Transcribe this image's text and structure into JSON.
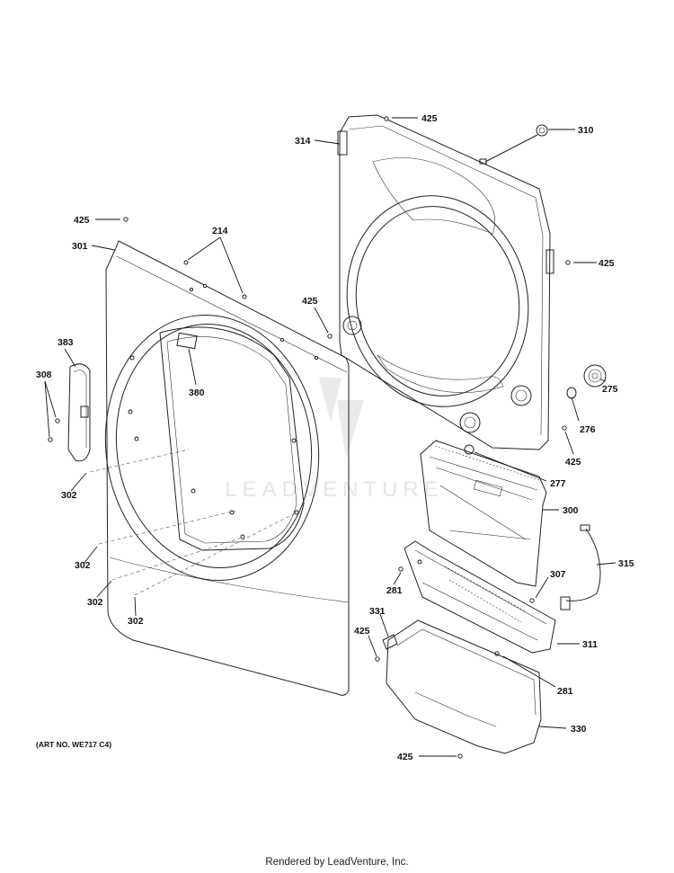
{
  "callouts": {
    "c425a": "425",
    "c310": "310",
    "c314": "314",
    "c425b": "425",
    "c214": "214",
    "c301": "301",
    "c425c": "425",
    "c425d": "425",
    "c383": "383",
    "c308": "308",
    "c380": "380",
    "c275": "275",
    "c276": "276",
    "c425e": "425",
    "c277": "277",
    "c302a": "302",
    "c300": "300",
    "c315": "315",
    "c302b": "302",
    "c307": "307",
    "c281a": "281",
    "c302c": "302",
    "c302d": "302",
    "c331": "331",
    "c425f": "425",
    "c311": "311",
    "c281b": "281",
    "c330": "330",
    "c425g": "425"
  },
  "art_number": "(ART NO. WE717 C4)",
  "watermark": "LEADVENTURE",
  "footer": "Rendered by LeadVenture, Inc."
}
